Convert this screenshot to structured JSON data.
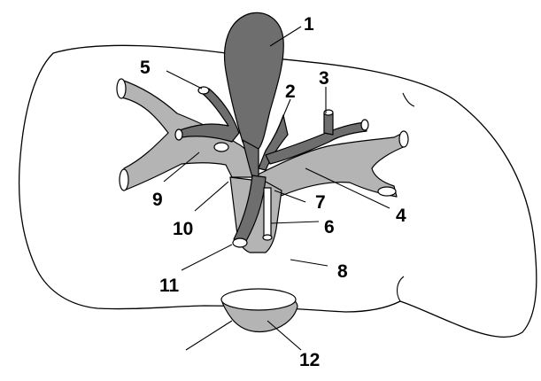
{
  "figure": {
    "labels": [
      {
        "id": "1",
        "text": "1"
      },
      {
        "id": "2",
        "text": "2"
      },
      {
        "id": "3",
        "text": "3"
      },
      {
        "id": "4",
        "text": "4"
      },
      {
        "id": "5",
        "text": "5"
      },
      {
        "id": "6",
        "text": "6"
      },
      {
        "id": "7",
        "text": "7"
      },
      {
        "id": "8",
        "text": "8"
      },
      {
        "id": "9",
        "text": "9"
      },
      {
        "id": "10",
        "text": "10"
      },
      {
        "id": "11",
        "text": "11"
      },
      {
        "id": "12",
        "text": "12"
      }
    ],
    "colors": {
      "gallbladder": "#6e6e6e",
      "portal_vein": "#b4b4b4",
      "outline": "#000000",
      "background": "#ffffff"
    }
  }
}
